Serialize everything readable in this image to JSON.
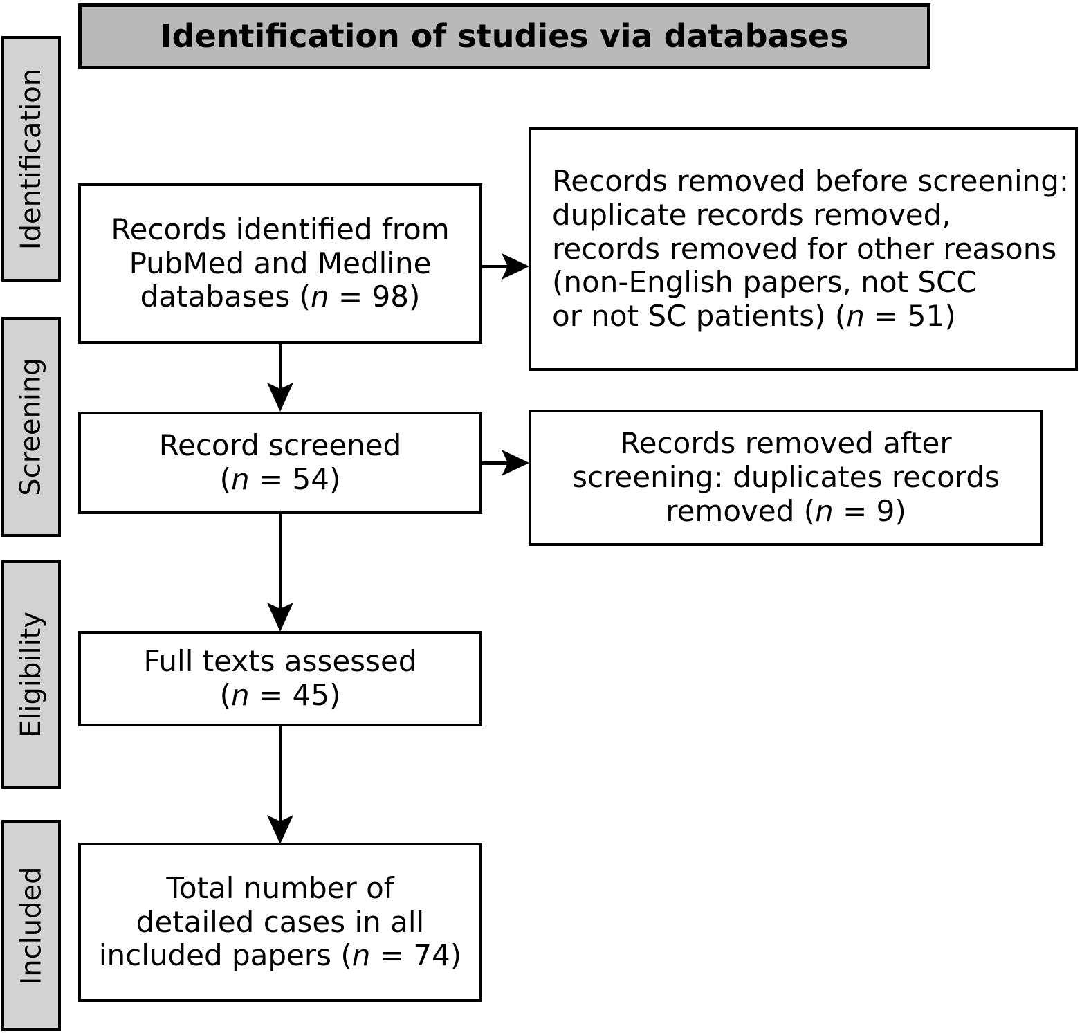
{
  "diagram": {
    "title": "Identification of studies via databases",
    "type": "prisma-flow-diagram"
  },
  "banner": {
    "label": "Identification of studies via databases",
    "fill_color": "#b9b9b9",
    "border_color": "#000000"
  },
  "stages": [
    {
      "id": "identification",
      "label": "Identification"
    },
    {
      "id": "screening",
      "label": "Screening"
    },
    {
      "id": "eligibility",
      "label": "Eligibility"
    },
    {
      "id": "included",
      "label": "Included"
    }
  ],
  "flow": {
    "records_identified": {
      "line1": "Records identified from",
      "line2": "PubMed and Medline",
      "line3_a": "databases (",
      "line3_n": "n",
      "line3_b": " = 98)",
      "n": 98
    },
    "removed_before_screening": {
      "line1": "Records removed before screening:",
      "line2": "duplicate records removed,",
      "line3": "records removed for other reasons",
      "line4": "(non-English papers, not SCC",
      "line5_a": "or not SC patients) (",
      "line5_n": "n",
      "line5_b": " = 51)",
      "n": 51
    },
    "record_screened": {
      "line1": "Record screened",
      "line2_a": "(",
      "line2_n": "n",
      "line2_b": " = 54)",
      "n": 54
    },
    "removed_after_screening": {
      "line1": "Records removed after",
      "line2": "screening: duplicates records",
      "line3_a": "removed (",
      "line3_n": "n",
      "line3_b": " = 9)",
      "n": 9
    },
    "full_texts_assessed": {
      "line1": "Full texts assessed",
      "line2_a": "(",
      "line2_n": "n",
      "line2_b": " = 45)",
      "n": 45
    },
    "total_included": {
      "line1": "Total number of",
      "line2": "detailed cases in all",
      "line3_a": "included papers (",
      "line3_n": "n",
      "line3_b": " = 74)",
      "n": 74
    }
  },
  "chart_data": {
    "type": "diagram",
    "title": "Identification of studies via databases",
    "stages": [
      "Identification",
      "Screening",
      "Eligibility",
      "Included"
    ],
    "nodes": [
      {
        "id": "records_identified",
        "stage": "Identification",
        "label": "Records identified from PubMed and Medline databases",
        "n": 98
      },
      {
        "id": "removed_before_screening",
        "stage": "Identification",
        "label": "Records removed before screening: duplicate records removed, records removed for other reasons (non-English papers, not SCC or not SC patients)",
        "n": 51
      },
      {
        "id": "record_screened",
        "stage": "Screening",
        "label": "Record screened",
        "n": 54
      },
      {
        "id": "removed_after_screening",
        "stage": "Screening",
        "label": "Records removed after screening: duplicates records removed",
        "n": 9
      },
      {
        "id": "full_texts_assessed",
        "stage": "Eligibility",
        "label": "Full texts assessed",
        "n": 45
      },
      {
        "id": "total_included",
        "stage": "Included",
        "label": "Total number of detailed cases in all included papers",
        "n": 74
      }
    ],
    "edges": [
      {
        "from": "records_identified",
        "to": "removed_before_screening",
        "direction": "right"
      },
      {
        "from": "records_identified",
        "to": "record_screened",
        "direction": "down"
      },
      {
        "from": "record_screened",
        "to": "removed_after_screening",
        "direction": "right"
      },
      {
        "from": "record_screened",
        "to": "full_texts_assessed",
        "direction": "down"
      },
      {
        "from": "full_texts_assessed",
        "to": "total_included",
        "direction": "down"
      }
    ]
  }
}
